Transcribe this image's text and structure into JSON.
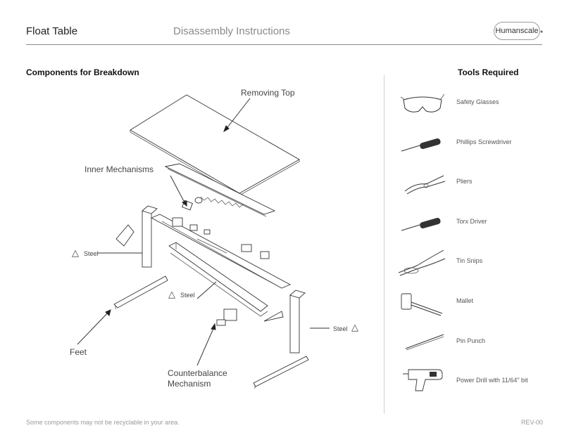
{
  "header": {
    "title": "Float Table",
    "subtitle": "Disassembly Instructions",
    "brand_logo": "Humanscale"
  },
  "sections": {
    "components_title": "Components for Breakdown",
    "tools_title": "Tools Required"
  },
  "callouts": {
    "removing_top": "Removing Top",
    "inner_mechanisms": "Inner Mechanisms",
    "steel_left": "Steel",
    "steel_middle": "Steel",
    "steel_right": "Steel",
    "feet": "Feet",
    "counterbalance_line1": "Counterbalance",
    "counterbalance_line2": "Mechanism"
  },
  "tools": [
    {
      "label": "Safety Glasses",
      "icon": "safety-glasses-icon"
    },
    {
      "label": "Phillips Screwdriver",
      "icon": "phillips-screwdriver-icon"
    },
    {
      "label": "Pliers",
      "icon": "pliers-icon"
    },
    {
      "label": "Torx  Driver",
      "icon": "torx-driver-icon"
    },
    {
      "label": "Tin Snips",
      "icon": "tin-snips-icon"
    },
    {
      "label": "Mallet",
      "icon": "mallet-icon"
    },
    {
      "label": "Pin Punch",
      "icon": "pin-punch-icon"
    },
    {
      "label": "Power Drill with 11/64\" bit",
      "icon": "power-drill-icon"
    }
  ],
  "footer": {
    "note": "Some components may not be recyclable in your area.",
    "revision": "REV-00"
  },
  "colors": {
    "text": "#1a1a1a",
    "muted": "#8a8a8a",
    "rule": "#8c8c8c"
  }
}
